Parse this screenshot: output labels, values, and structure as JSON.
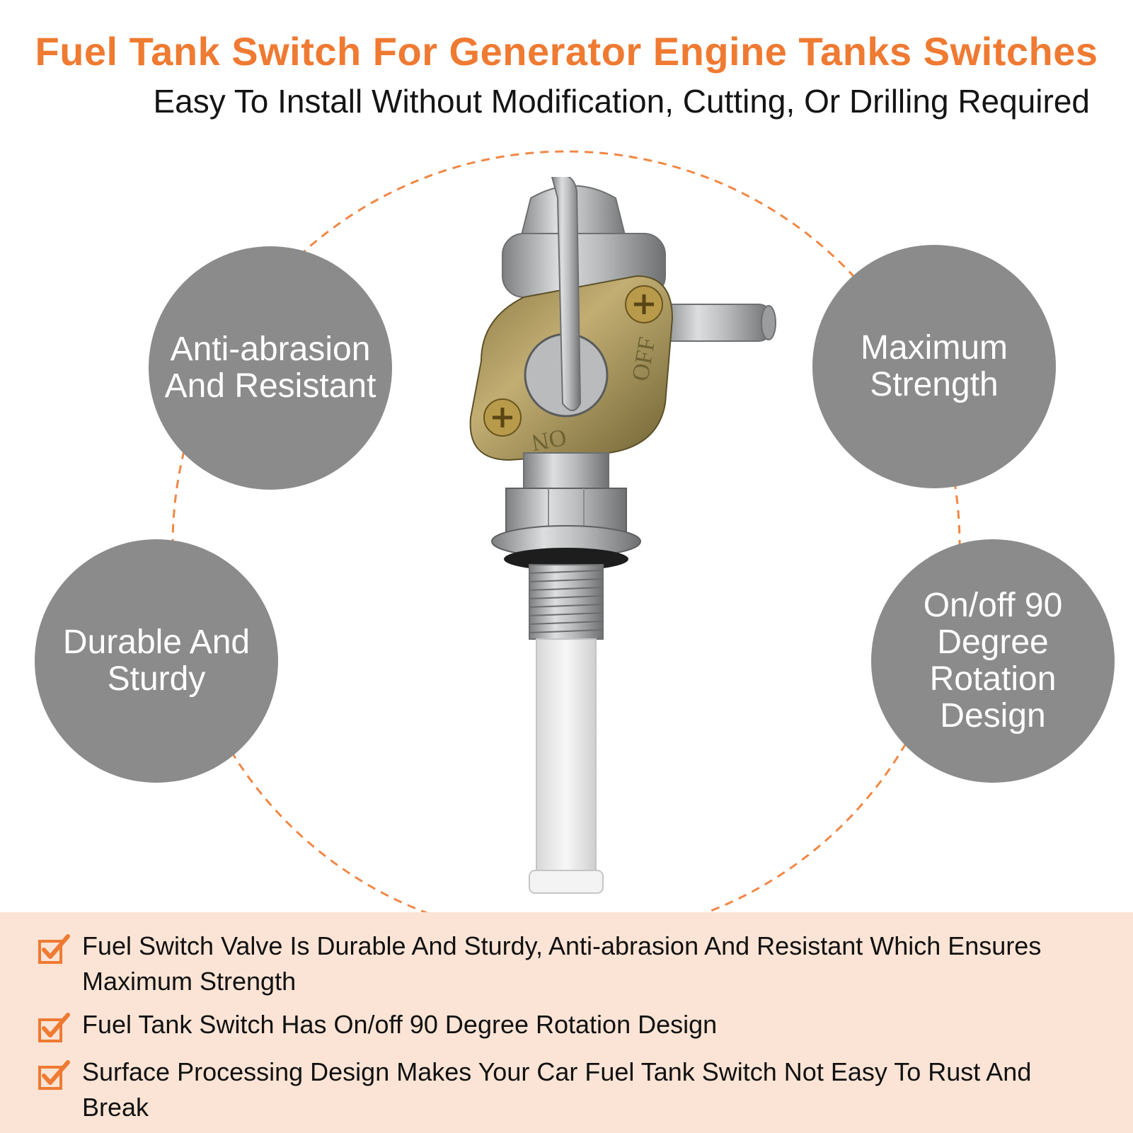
{
  "header": {
    "title": "Fuel Tank Switch For Generator Engine Tanks Switches",
    "subtitle": "Easy To Install Without Modification, Cutting, Or Drilling Required"
  },
  "features": [
    {
      "label": "Anti-abrasion\nAnd Resistant"
    },
    {
      "label": "Maximum\nStrength"
    },
    {
      "label": "Durable And\nSturdy"
    },
    {
      "label": "On/off 90\nDegree\nRotation\nDesign"
    }
  ],
  "product": {
    "off_label": "OFF",
    "on_label": "ON"
  },
  "benefits": [
    {
      "text": "Fuel Switch Valve Is Durable And Sturdy, Anti-abrasion And Resistant Which Ensures Maximum Strength"
    },
    {
      "text": "Fuel Tank Switch Has On/off 90 Degree Rotation Design"
    },
    {
      "text": "Surface Processing Design Makes Your Car Fuel Tank Switch Not Easy To Rust And Break"
    }
  ],
  "colors": {
    "accent": "#ef7a32",
    "bubble": "#8b8b8b",
    "band": "#fbe4d5"
  },
  "icons": {
    "benefit_marker": "checkbox-check-icon"
  }
}
